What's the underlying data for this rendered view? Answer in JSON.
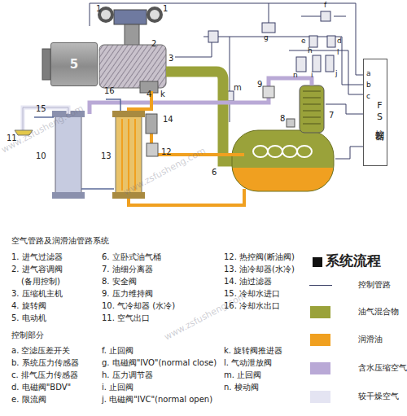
{
  "diagram": {
    "title": "空气管路及润滑油管路系统",
    "nodes": [
      {
        "text": [
          "FS控制器"
        ]
      },
      {
        "text": [
          "5"
        ]
      }
    ],
    "labels": [
      "1",
      "1",
      "2",
      "3",
      "4",
      "k",
      "6",
      "7",
      "8",
      "9",
      "m",
      "10",
      "11",
      "12",
      "13",
      "14",
      "15",
      "16",
      "f",
      "g",
      "d",
      "e",
      "h",
      "l",
      "i",
      "j",
      "n",
      "a",
      "b",
      "c",
      "www.zsfusheng.com",
      "www.zsfusheng.com",
      "www.zsfusheng.com",
      "系统流程",
      "1. 进气过滤器",
      "2. 进气容调阀",
      "(备用控制)",
      "3. 压缩机主机",
      "4. 旋转阀",
      "5. 电动机",
      "6. 立卧式油气桶",
      "7. 油细分离器",
      "8. 安全阀",
      "9. 压力维持阀",
      "10. 气冷却器 (水冷)",
      "11. 空气出口",
      "12. 热控阀(断油阀)",
      "13. 油冷却器(水冷)",
      "14. 油过滤器",
      "15. 冷却水进口",
      "16. 冷却水出口",
      "控制部分",
      "a. 空滤压差开关",
      "b. 系统压力传感器",
      "c. 排气压力传感器",
      "d. 电磁阀\"BDV\"",
      "e. 限流阀",
      "f. 止回阀",
      "g. 电磁阀\"IVO\"(normal close)",
      "h. 压力调节器",
      "i. 止回阀",
      "j. 电磁阀\"IVC\"(normal open)",
      "k. 旋转阀推进器",
      "l. 气动泄放阀",
      "m. 止回阀",
      "n. 梭动阀"
    ],
    "legend": [
      {
        "text": "控制管路"
      },
      {
        "text": "油气混合物",
        "color": "#9aa23a"
      },
      {
        "text": "润滑油",
        "color": "#f0a020"
      },
      {
        "text": "含水压缩空气",
        "color": "#b9a9d6"
      },
      {
        "text": "较干燥空气",
        "color": "#e4e4f2"
      }
    ]
  }
}
